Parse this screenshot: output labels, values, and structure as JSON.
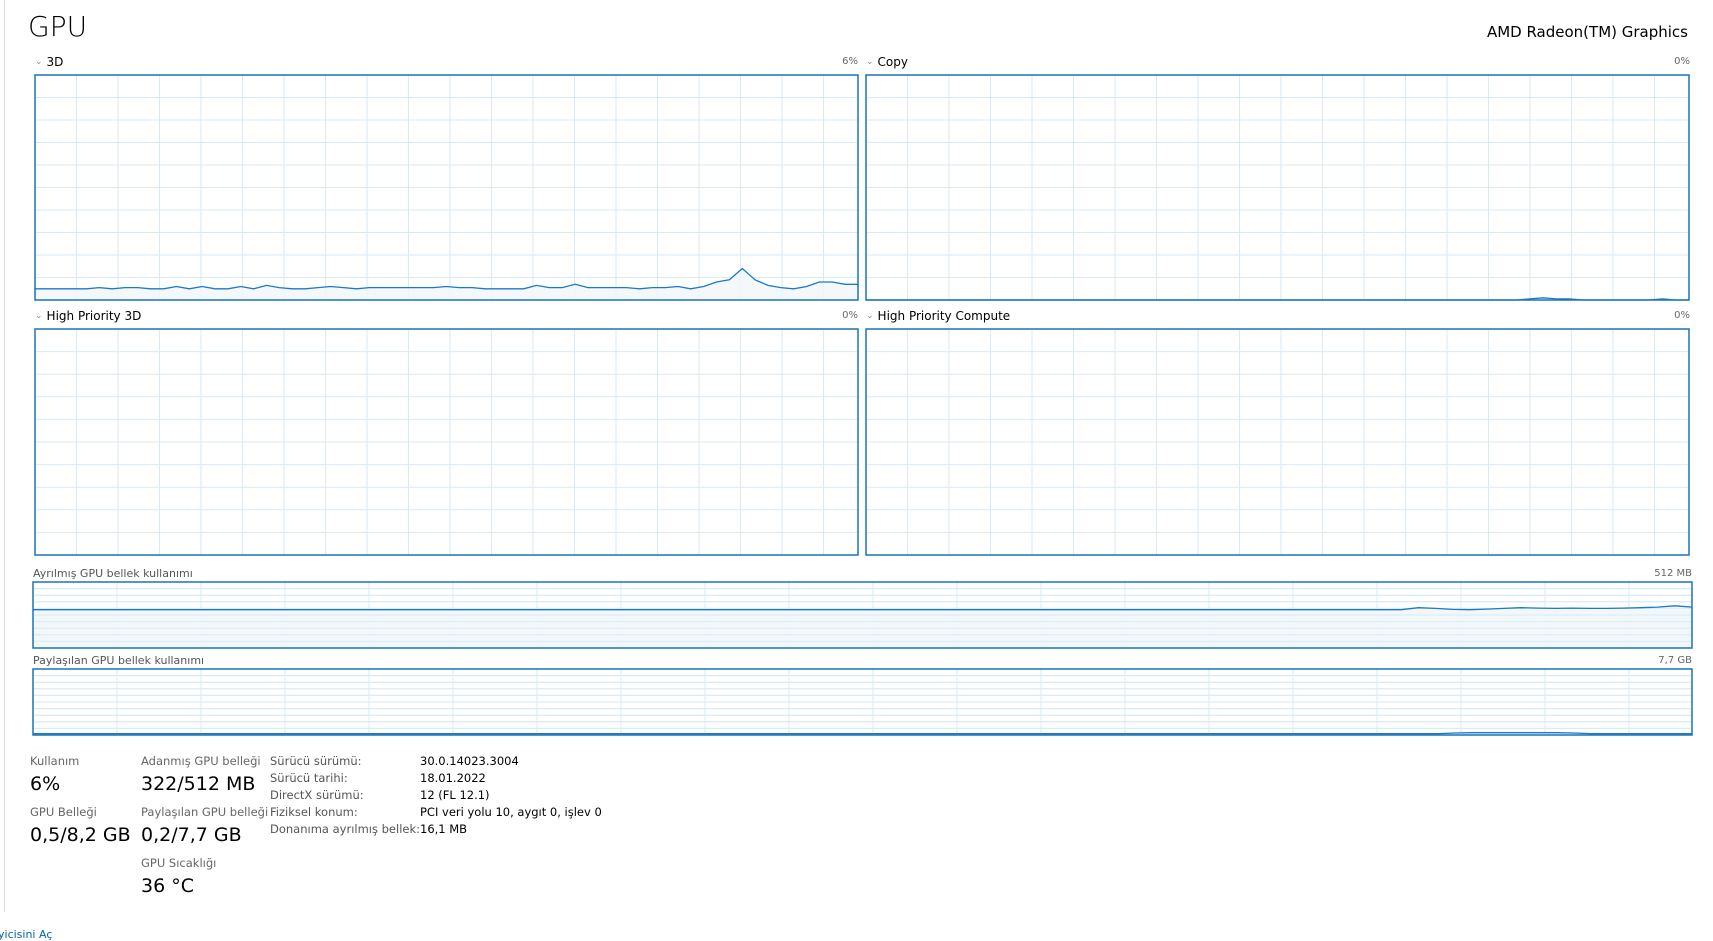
{
  "header": {
    "title": "GPU",
    "device": "AMD Radeon(TM) Graphics"
  },
  "engines": [
    {
      "name": "3D",
      "value": "6%",
      "series": [
        5,
        5,
        5,
        5,
        5,
        5.5,
        5,
        5.5,
        5.5,
        5,
        5,
        6,
        5,
        6,
        5,
        5,
        6,
        5,
        6.5,
        5.5,
        5,
        5,
        5.5,
        6,
        5.5,
        5,
        5.5,
        5.5,
        5.5,
        5.5,
        5.5,
        5.5,
        6,
        5.5,
        5.5,
        5,
        5,
        5,
        5,
        6.5,
        5.5,
        5.5,
        7,
        5.5,
        5.5,
        5.5,
        5.5,
        5,
        5.5,
        5.5,
        6,
        5,
        6,
        8,
        9,
        14,
        9,
        6.5,
        5.5,
        5,
        6,
        8,
        8,
        7,
        7
      ]
    },
    {
      "name": "Copy",
      "value": "0%",
      "series": [
        0,
        0,
        0,
        0,
        0,
        0,
        0,
        0,
        0,
        0,
        0,
        0,
        0,
        0,
        0,
        0,
        0,
        0,
        0,
        0,
        0,
        0,
        0,
        0,
        0,
        0,
        0,
        0,
        0,
        0,
        0,
        0,
        0,
        0,
        0,
        0,
        0,
        0,
        0,
        0,
        0,
        0,
        0,
        0,
        0,
        0,
        0,
        0,
        0,
        0,
        0.5,
        1,
        0.5,
        0.5,
        0,
        0,
        0,
        0,
        0,
        0,
        0.5,
        0,
        0
      ]
    },
    {
      "name": "High Priority 3D",
      "value": "0%",
      "series": []
    },
    {
      "name": "High Priority Compute",
      "value": "0%",
      "series": []
    }
  ],
  "memory_graphs": [
    {
      "label": "Ayrılmış GPU bellek kullanımı",
      "max": "512 MB",
      "series": [
        58,
        58,
        58,
        58,
        58,
        58,
        58,
        58,
        58,
        58,
        58,
        58,
        58,
        58,
        58,
        58,
        58,
        58,
        58,
        58,
        58,
        58,
        58,
        58,
        58,
        58,
        58,
        58,
        58,
        58,
        58,
        58,
        58,
        58,
        58,
        58,
        58,
        58,
        58,
        58,
        58,
        58,
        58,
        58,
        58,
        58,
        58,
        58,
        58,
        58,
        58,
        58,
        58,
        58,
        58,
        58,
        58,
        58,
        58,
        58,
        58,
        58,
        58,
        58,
        58,
        58,
        58,
        58,
        58,
        58,
        58,
        58,
        58,
        58,
        58,
        58,
        58,
        58,
        58,
        58,
        58,
        61,
        60,
        58.5,
        58,
        59,
        60,
        61,
        60.5,
        60,
        60.5,
        60,
        60,
        60.5,
        61,
        62,
        64,
        62
      ]
    },
    {
      "label": "Paylaşılan GPU bellek kullanımı",
      "max": "7,7 GB",
      "series": [
        2,
        2,
        2,
        2,
        2,
        2,
        2,
        2,
        2,
        2,
        2,
        2,
        2,
        2,
        2,
        2,
        2,
        2,
        2,
        2,
        2,
        2,
        2,
        2,
        2,
        2,
        2,
        2,
        2,
        2,
        2,
        2,
        2,
        2,
        2,
        2,
        2,
        2,
        2,
        2,
        2,
        2,
        2,
        2,
        2,
        2,
        2,
        2,
        2,
        2,
        2,
        2,
        2,
        2,
        2,
        2,
        2,
        2,
        2,
        2,
        2,
        2,
        2,
        2,
        2,
        2,
        2,
        2,
        2,
        2,
        2,
        2,
        2,
        2,
        2,
        2,
        2,
        2,
        2,
        2,
        2,
        2,
        2,
        2,
        3,
        3.5,
        3.5,
        3.5,
        3.5,
        3.5,
        3.5,
        3,
        2,
        2,
        2,
        2,
        2,
        2,
        2
      ]
    }
  ],
  "stats": {
    "usage": {
      "label": "Kullanım",
      "value": "6%"
    },
    "gpu_memory": {
      "label": "GPU Belleği",
      "value": "0,5/8,2 GB"
    },
    "dedicated": {
      "label": "Adanmış GPU belleği",
      "value": "322/512 MB"
    },
    "shared": {
      "label": "Paylaşılan GPU belleği",
      "value": "0,2/7,7 GB"
    },
    "temp": {
      "label": "GPU Sıcaklığı",
      "value": "36 °C"
    }
  },
  "details": [
    {
      "label": "Sürücü sürümü:",
      "value": "30.0.14023.3004"
    },
    {
      "label": "Sürücü tarihi:",
      "value": "18.01.2022"
    },
    {
      "label": "DirectX sürümü:",
      "value": "12 (FL 12.1)"
    },
    {
      "label": "Fiziksel konum:",
      "value": "PCI veri yolu 10, aygıt 0, işlev 0"
    },
    {
      "label": "Donanıma ayrılmış bellek:",
      "value": "16,1 MB"
    }
  ],
  "footer": {
    "link": "yicisini Aç"
  },
  "colors": {
    "line": "#1979ca",
    "grid": "#d9eaf7",
    "fill": "#f1f6fa",
    "border": "#1a74b8"
  }
}
